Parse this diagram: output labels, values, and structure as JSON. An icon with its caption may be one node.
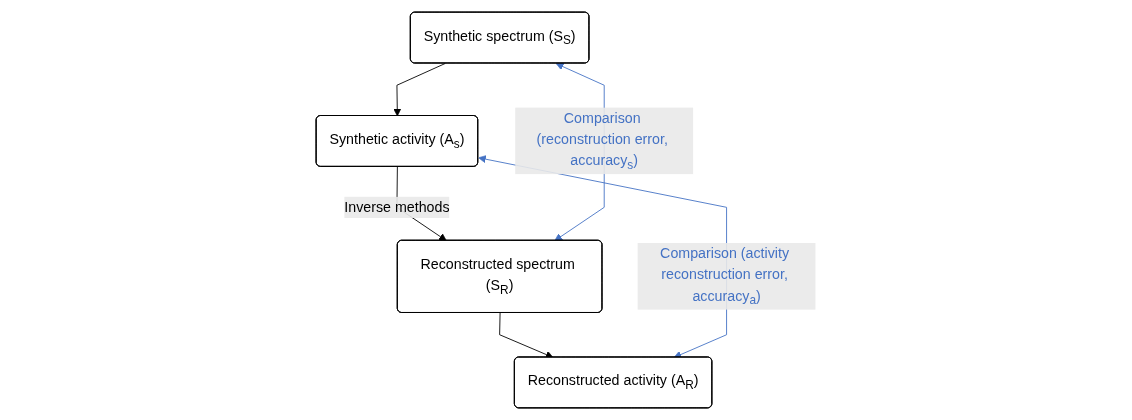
{
  "diagram": {
    "nodes": [
      {
        "text": [
          "Synthetic spectrum (S$_{S}$)"
        ]
      },
      {
        "text": [
          "Synthetic activity (A$_{s}$)"
        ]
      },
      {
        "text": [
          "Reconstructed spectrum (S$_{R}$)"
        ]
      },
      {
        "text": [
          "Reconstructed activity (A$_{R}$)"
        ]
      }
    ],
    "edges": [
      {
        "from": 0,
        "to": 1,
        "arrow": "to"
      },
      {
        "from": 1,
        "to": 2,
        "arrow": "to",
        "label": "Inverse methods"
      },
      {
        "from": 2,
        "to": 3,
        "arrow": "to"
      },
      {
        "from": 0,
        "to": 2,
        "arrow": "both",
        "label": "Comparison (reconstruction error, accuracy$_{s}$)",
        "color": "#4472c4"
      },
      {
        "from": 1,
        "to": 3,
        "arrow": "both",
        "label": "Comparison (activity reconstruction error, accuracy$_{a}$)",
        "color": "#4472c4"
      }
    ]
  }
}
